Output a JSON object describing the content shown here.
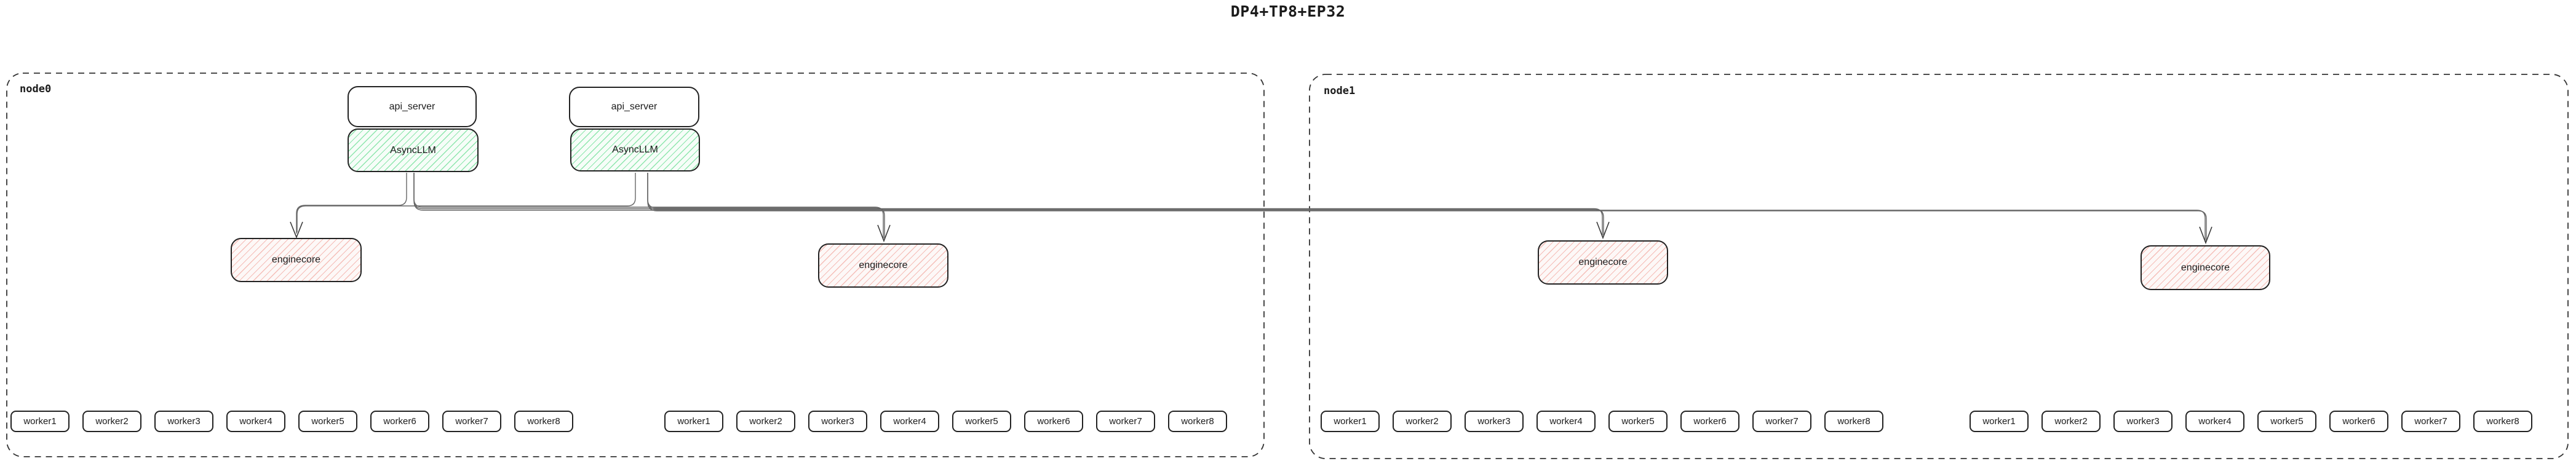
{
  "title": "DP4+TP8+EP32",
  "nodes": [
    {
      "label": "node0"
    },
    {
      "label": "node1"
    }
  ],
  "box_labels": {
    "api_server": "api_server",
    "async_llm": "AsyncLLM",
    "enginecore": "enginecore"
  },
  "worker_labels": [
    "worker1",
    "worker2",
    "worker3",
    "worker4",
    "worker5",
    "worker6",
    "worker7",
    "worker8"
  ],
  "structure": {
    "node0": {
      "api_server_stacks": 2,
      "enginecores": 2,
      "worker_rows": 2
    },
    "node1": {
      "api_server_stacks": 0,
      "enginecores": 2,
      "worker_rows": 2
    }
  },
  "edges": [
    {
      "from": "AsyncLLM-1",
      "to": "enginecore-1"
    },
    {
      "from": "AsyncLLM-1",
      "to": "enginecore-2"
    },
    {
      "from": "AsyncLLM-1",
      "to": "enginecore-3"
    },
    {
      "from": "AsyncLLM-1",
      "to": "enginecore-4"
    },
    {
      "from": "AsyncLLM-2",
      "to": "enginecore-1"
    },
    {
      "from": "AsyncLLM-2",
      "to": "enginecore-2"
    },
    {
      "from": "AsyncLLM-2",
      "to": "enginecore-3"
    },
    {
      "from": "AsyncLLM-2",
      "to": "enginecore-4"
    }
  ],
  "colors": {
    "box_border": "#222222",
    "green_hatch": "#8ee6ad",
    "red_hatch": "#f5beb8",
    "node_border": "#333333",
    "edge_line": "#666666",
    "arrowhead": "#3a3a3a",
    "text": "#1b1b1b"
  }
}
